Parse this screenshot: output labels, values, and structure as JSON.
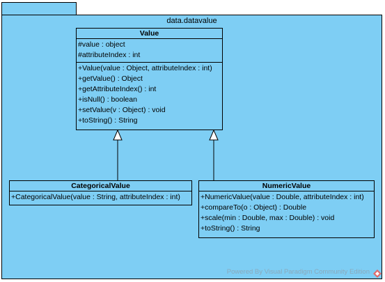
{
  "package": {
    "name": "data.datavalue"
  },
  "classes": {
    "value": {
      "name": "Value",
      "attributes": [
        "#value : object",
        "#attributeIndex : int"
      ],
      "operations": [
        "+Value(value : Object, attributeIndex : int)",
        "+getValue() : Object",
        "+getAttributeIndex() : int",
        "+isNull() : boolean",
        "+setValue(v : Object) : void",
        "+toString() : String"
      ]
    },
    "categorical": {
      "name": "CategoricalValue",
      "operations": [
        "+CategoricalValue(value : String, attributeIndex : int)"
      ]
    },
    "numeric": {
      "name": "NumericValue",
      "operations": [
        "+NumericValue(value : Double, attributeIndex : int)",
        "+compareTo(o : Object) : Double",
        "+scale(min : Double, max : Double) : void",
        "+toString() : String"
      ]
    }
  },
  "relations": [
    {
      "type": "generalization",
      "from": "CategoricalValue",
      "to": "Value"
    },
    {
      "type": "generalization",
      "from": "NumericValue",
      "to": "Value"
    }
  ],
  "watermark": {
    "text": "Powered By  Visual Paradigm  Community Edition",
    "logo_icon": "visual-paradigm-logo-icon"
  },
  "colors": {
    "fill": "#7ecef4",
    "line": "#000000"
  }
}
